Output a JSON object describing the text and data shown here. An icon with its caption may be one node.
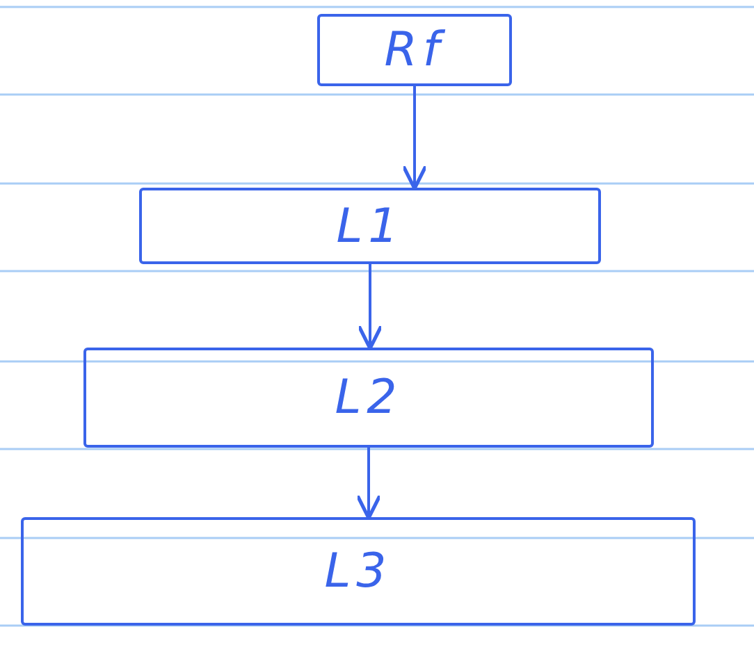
{
  "diagram": {
    "nodes": [
      {
        "text": [
          "Rf"
        ]
      },
      {
        "text": [
          "L1"
        ]
      },
      {
        "text": [
          "L2"
        ]
      },
      {
        "text": [
          "L3"
        ]
      }
    ],
    "edges": [
      {
        "from": 0,
        "to": 1,
        "arrow": "to"
      },
      {
        "from": 1,
        "to": 2,
        "arrow": "to"
      },
      {
        "from": 2,
        "to": 3,
        "arrow": "to"
      }
    ]
  }
}
